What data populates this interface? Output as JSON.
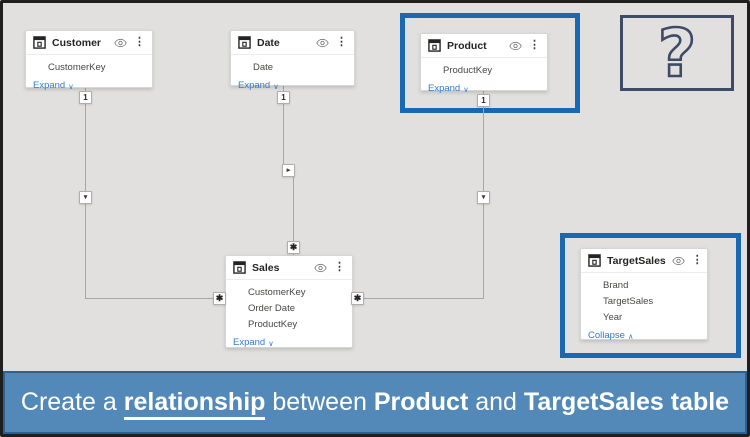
{
  "colors": {
    "canvas_bg": "#e1e0de",
    "outer_border": "#1f1f1f",
    "card_bg": "#ffffff",
    "link_blue": "#2b7cd3",
    "relationship_line": "#a9a7a5",
    "highlight_blue": "#1a68b2",
    "question_border": "#3d4b66",
    "banner_bg": "#5289b8",
    "banner_border": "#2c6191",
    "banner_text": "#ffffff"
  },
  "tables": [
    {
      "title": "Customer",
      "fields": [
        "CustomerKey"
      ],
      "footer_label": "Expand",
      "footer_chevron": "∨",
      "highlighted": false
    },
    {
      "title": "Date",
      "fields": [
        "Date"
      ],
      "footer_label": "Expand",
      "footer_chevron": "∨",
      "highlighted": false
    },
    {
      "title": "Product",
      "fields": [
        "ProductKey"
      ],
      "footer_label": "Expand",
      "footer_chevron": "∨",
      "highlighted": true
    },
    {
      "title": "Sales",
      "fields": [
        "CustomerKey",
        "Order Date",
        "ProductKey"
      ],
      "footer_label": "Expand",
      "footer_chevron": "∨",
      "highlighted": false
    },
    {
      "title": "TargetSales",
      "fields": [
        "Brand",
        "TargetSales",
        "Year"
      ],
      "footer_label": "Collapse",
      "footer_chevron": "∧",
      "highlighted": true
    }
  ],
  "icons": {
    "more_glyph": "⋮"
  },
  "relationships": {
    "one": "1",
    "many": "✱",
    "arrow_down": "▾",
    "arrow_right": "▸"
  },
  "question_box": {
    "glyph": "?"
  },
  "banner": {
    "part_create": "Create a ",
    "part_relationship": "relationship",
    "part_between": " between ",
    "part_product": "Product",
    "part_and": " and ",
    "part_target": "TargetSales table"
  }
}
